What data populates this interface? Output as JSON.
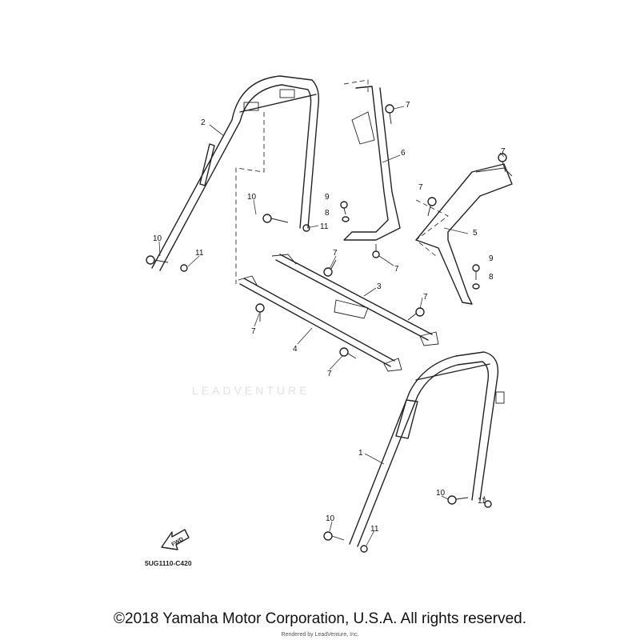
{
  "diagram": {
    "callouts": [
      "2",
      "7",
      "6",
      "7",
      "10",
      "9",
      "7",
      "8",
      "11",
      "5",
      "10",
      "11",
      "7",
      "7",
      "9",
      "8",
      "3",
      "7",
      "7",
      "4",
      "7",
      "1",
      "10",
      "11",
      "10",
      "11"
    ],
    "fwd_label": "FWD",
    "diagram_code": "5UG1110-C420",
    "watermark": "LEADVENTURE",
    "copyright": "©2018 Yamaha Motor Corporation, U.S.A. All rights reserved.",
    "rendered_by": "Rendered by LeadVenture, Inc."
  }
}
